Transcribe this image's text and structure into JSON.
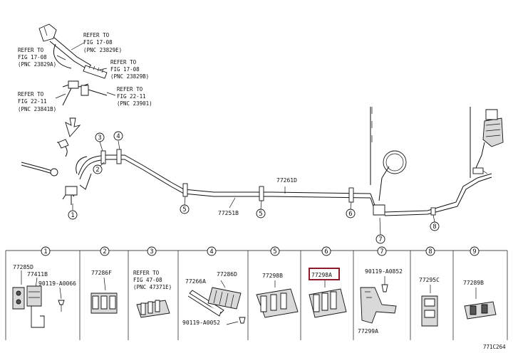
{
  "references": {
    "fig17_top": [
      "REFER TO",
      "FIG 17-08",
      "(PNC 23829E)"
    ],
    "fig17_left": [
      "REFER TO",
      "FIG 17-08",
      "(PNC 23829A)"
    ],
    "fig17_mid": [
      "REFER TO",
      "FIG 17-08",
      "(PNC 23829B)"
    ],
    "fig22_right": [
      "REFER TO",
      "FIG 22-11",
      "(PNC 23901)"
    ],
    "fig22_left": [
      "REFER TO",
      "FIG 22-11",
      "(PNC 23841B)"
    ],
    "fig47": [
      "REFER TO",
      "FIG 47-08",
      "(PNC 47371E)"
    ]
  },
  "main": {
    "label_tube_d": "77261D",
    "label_tube_b": "77251B",
    "callouts": [
      "1",
      "2",
      "3",
      "4",
      "5",
      "5",
      "6",
      "7",
      "8"
    ]
  },
  "sections": [
    {
      "num": "1",
      "labels": [
        "77285D",
        "77411B",
        "90119-A0066"
      ]
    },
    {
      "num": "2",
      "labels": [
        "77286F"
      ]
    },
    {
      "num": "3",
      "labels": []
    },
    {
      "num": "4",
      "labels": [
        "77266A",
        "77286D",
        "90119-A0052"
      ]
    },
    {
      "num": "5",
      "labels": [
        "77298B"
      ]
    },
    {
      "num": "6",
      "labels": [
        "77298A"
      ]
    },
    {
      "num": "7",
      "labels": [
        "90119-A0852",
        "77299A"
      ]
    },
    {
      "num": "8",
      "labels": [
        "77295C"
      ]
    },
    {
      "num": "9",
      "labels": [
        "77289B"
      ]
    }
  ],
  "highlight_color": "#8b1c2c",
  "figure_id": "771C264"
}
